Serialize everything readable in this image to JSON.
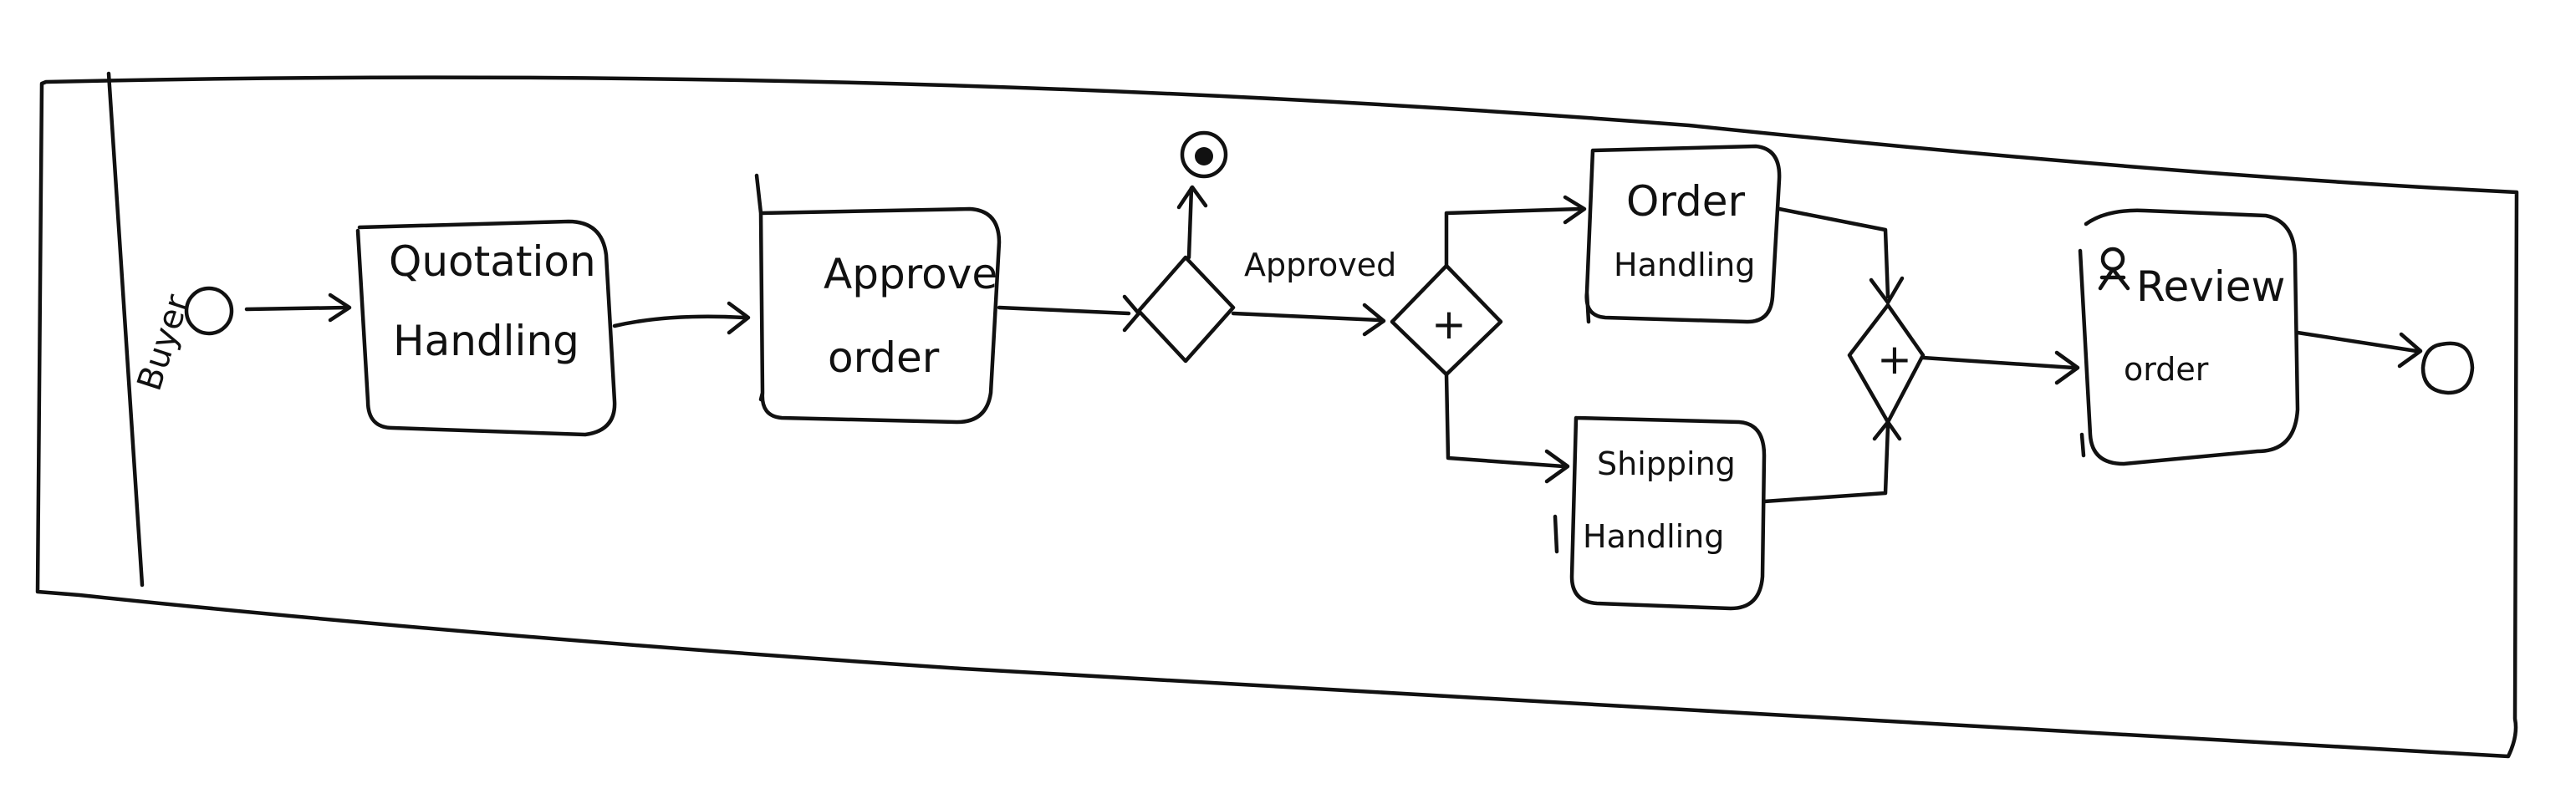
{
  "diagram": {
    "type": "bpmn-sketch",
    "pool": {
      "lane_label": "Buyer"
    },
    "tasks": [
      {
        "id": "quotation",
        "line1": "Quotation",
        "line2": "Handling"
      },
      {
        "id": "approve",
        "line1": "Approve",
        "line2": "order"
      },
      {
        "id": "order-handling",
        "line1": "Order",
        "line2": "Handling"
      },
      {
        "id": "shipping",
        "line1": "Shipping",
        "line2": "Handling"
      },
      {
        "id": "review",
        "line1": "Review",
        "line2": "order"
      }
    ],
    "edge_labels": {
      "approved": "Approved"
    },
    "gateways": {
      "parallel_split_symbol": "+",
      "parallel_join_symbol": "+"
    }
  }
}
